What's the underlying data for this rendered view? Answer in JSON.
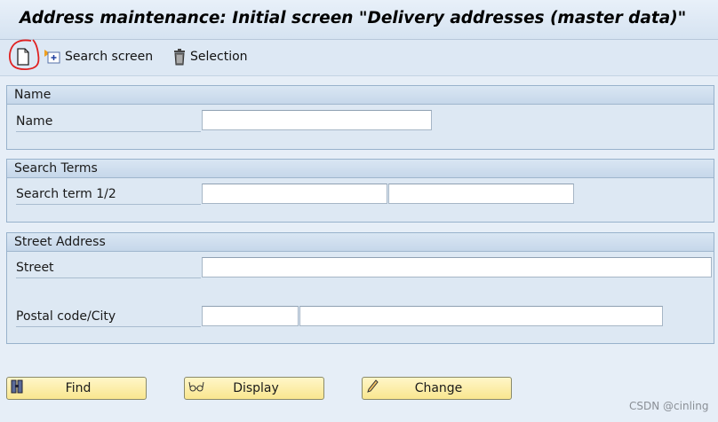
{
  "title": "Address maintenance: Initial screen \"Delivery addresses (master data)\"",
  "toolbar": {
    "new_icon": "blank-document-icon",
    "search_screen": "Search screen",
    "selection": "Selection"
  },
  "groups": {
    "name": {
      "header": "Name",
      "label": "Name",
      "value": ""
    },
    "search_terms": {
      "header": "Search Terms",
      "label": "Search term 1/2",
      "value1": "",
      "value2": ""
    },
    "street_address": {
      "header": "Street Address",
      "street_label": "Street",
      "street_value": "",
      "postal_label": "Postal code/City",
      "postal_value": "",
      "city_value": ""
    }
  },
  "buttons": {
    "find": "Find",
    "display": "Display",
    "change": "Change"
  },
  "watermark": "CSDN @cinling",
  "annotation_color": "#e02020"
}
